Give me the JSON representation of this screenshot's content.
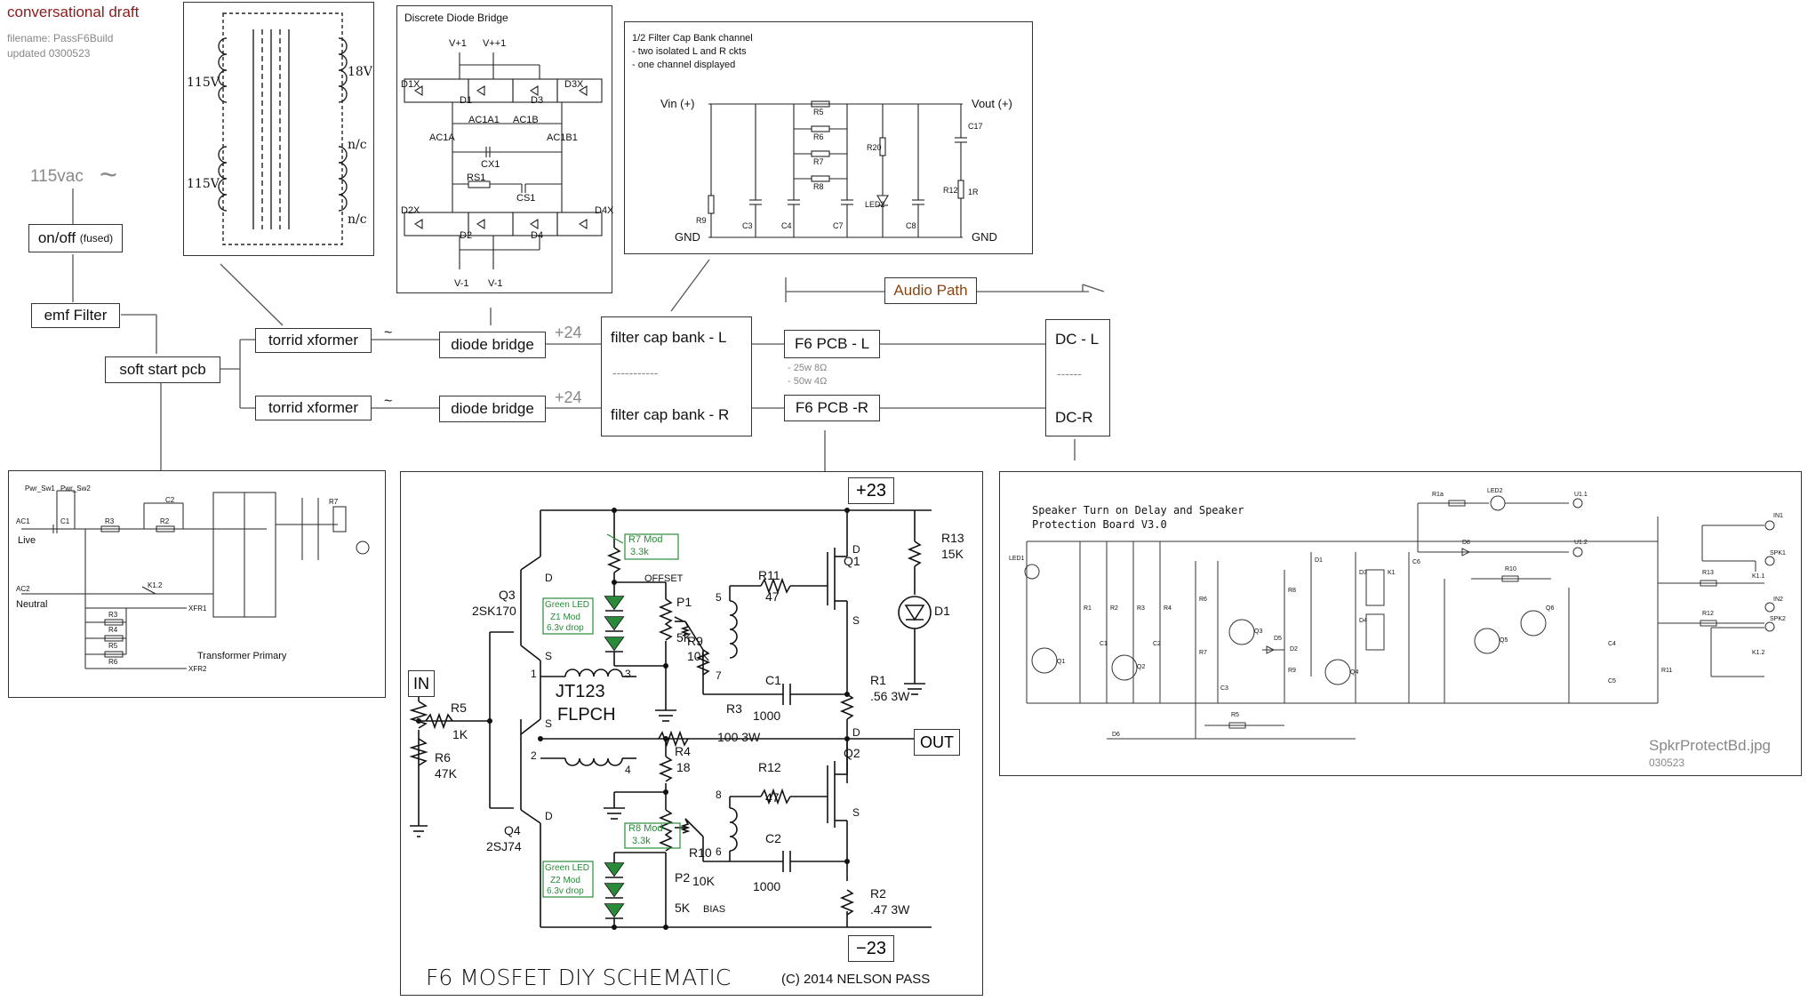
{
  "header": {
    "title": "conversational draft",
    "filename": "filename: PassF6Build",
    "updated": "updated 0300523",
    "title_color": "#8b1a1a"
  },
  "mains": {
    "voltage": "115vac",
    "tilde": "~"
  },
  "blocks": {
    "onoff": "on/off",
    "onoff_note": "(fused)",
    "emf": "emf Filter",
    "softstart": "soft start pcb",
    "xformer1": "torrid xformer",
    "xformer2": "torrid xformer",
    "bridge1": "diode bridge",
    "bridge2": "diode bridge",
    "capbank_l": "filter cap bank - L",
    "capbank_r": "filter cap bank - R",
    "capbank_sep": "-----------",
    "f6_l": "F6 PCB - L",
    "f6_r": "F6 PCB -R",
    "dc_l": "DC - L",
    "dc_r": "DC-R",
    "dc_sep": "------",
    "v24_top": "+24",
    "v24_bot": "+24",
    "tilde_top": "~",
    "tilde_bot": "~",
    "power_note1": "- 25w 8Ω",
    "power_note2": "- 50w 4Ω",
    "audio_path": "Audio Path",
    "audio_path_color": "#8b4513"
  },
  "xformer_panel": {
    "in_top": "115V",
    "in_bot": "115V",
    "out_top": "18V",
    "nc1": "n/c",
    "nc2": "n/c"
  },
  "bridge_panel": {
    "title": "Discrete Diode Bridge",
    "labels": [
      "V+1",
      "V++1",
      "D1X",
      "D1",
      "D3",
      "D3X",
      "AC1A1",
      "AC1B",
      "AC1A",
      "AC1B1",
      "CX1",
      "RS1",
      "CS1",
      "D2X",
      "D2",
      "D4",
      "D4X",
      "V-1",
      "V-1"
    ]
  },
  "capbank_panel": {
    "title": "1/2 Filter Cap Bank channel",
    "line1": "- two isolated L and R ckts",
    "line2": "- one channel displayed",
    "vin": "Vin (+)",
    "vout": "Vout (+)",
    "gnd_l": "GND",
    "gnd_r": "GND",
    "labels": [
      "R5",
      "R6",
      "R7",
      "R8",
      "R20",
      "C17",
      "R9",
      "C3",
      "C4",
      "C7",
      "LED2",
      "C8",
      "R12",
      "1R"
    ]
  },
  "primary_panel": {
    "labels": [
      "Pwr_Sw1",
      "Pwr_Sw2",
      "C2",
      "AC1",
      "C1",
      "R3",
      "R2",
      "R7",
      "Live",
      "AC2",
      "Neutral",
      "K1.2",
      "R3",
      "R4",
      "R5",
      "R6",
      "XFR1",
      "XFR2"
    ],
    "caption": "Transformer Primary"
  },
  "f6": {
    "title": "F6 MOSFET DIY SCHEMATIC",
    "copyright": "(C) 2014 NELSON PASS",
    "vpos": "+23",
    "vneg": "−23",
    "in": "IN",
    "out": "OUT",
    "q3": "Q3",
    "q3_part": "2SK170",
    "q4": "Q4",
    "q4_part": "2SJ74",
    "q1": "Q1",
    "q2": "Q2",
    "r5": "R5",
    "r5v": "1K",
    "r6": "R6",
    "r6v": "47K",
    "jt": "JT123",
    "flpch": "FLPCH",
    "r7mod": "R7 Mod",
    "r7modv": "3.3k",
    "offset": "OFFSET",
    "p1": "P1",
    "p1v": "5K",
    "led1": "Green LED",
    "z1": "Z1 Mod",
    "z1v": "6.3v drop",
    "r9": "R9",
    "r9v": "10K",
    "r11": "R11",
    "r11v": "47",
    "c1": "C1",
    "c1v": "1000",
    "r1": "R1",
    "r1v": ".56 3W",
    "r13": "R13",
    "r13v": "15K",
    "d1": "D1",
    "r3": "R3",
    "r3v": "100 3W",
    "r4": "R4",
    "r4v": "18",
    "r12": "R12",
    "r12v": "47",
    "r8mod": "R8 Mod",
    "r8modv": "3.3k",
    "c2": "C2",
    "c2v": "1000",
    "r10": "R10",
    "r10v": "10K",
    "p2": "P2",
    "p2v": "5K",
    "bias": "BIAS",
    "led2": "Green LED",
    "z2": "Z2 Mod",
    "z2v": "6.3v drop",
    "r2": "R2",
    "r2v": ".47 3W",
    "n1": "1",
    "n2": "2",
    "n3": "3",
    "n4": "4",
    "n5": "5",
    "n6": "6",
    "n7": "7",
    "n8": "8",
    "d": "D",
    "s": "S",
    "green": "#2a8a3a"
  },
  "spk": {
    "title1": "Speaker Turn on Delay and Speaker",
    "title2": "Protection Board V3.0",
    "caption": "SpkrProtectBd.jpg",
    "date": "030523",
    "labels": [
      "R1a",
      "LED2",
      "U1.1",
      "U1.2",
      "IN1",
      "SPK1",
      "IN2",
      "SPK2",
      "LED1",
      "D8",
      "R13",
      "R12",
      "K1.1",
      "K1.2",
      "R10",
      "Q6",
      "Q5",
      "Q4",
      "Q3",
      "Q2",
      "Q1",
      "R5",
      "D5",
      "D6",
      "R1",
      "R2",
      "R3",
      "R4",
      "R6",
      "R7",
      "R8",
      "R9",
      "R11",
      "C1",
      "C2",
      "C3",
      "C4",
      "C5",
      "C6",
      "D1",
      "D2",
      "D3",
      "D4",
      "K1"
    ]
  }
}
